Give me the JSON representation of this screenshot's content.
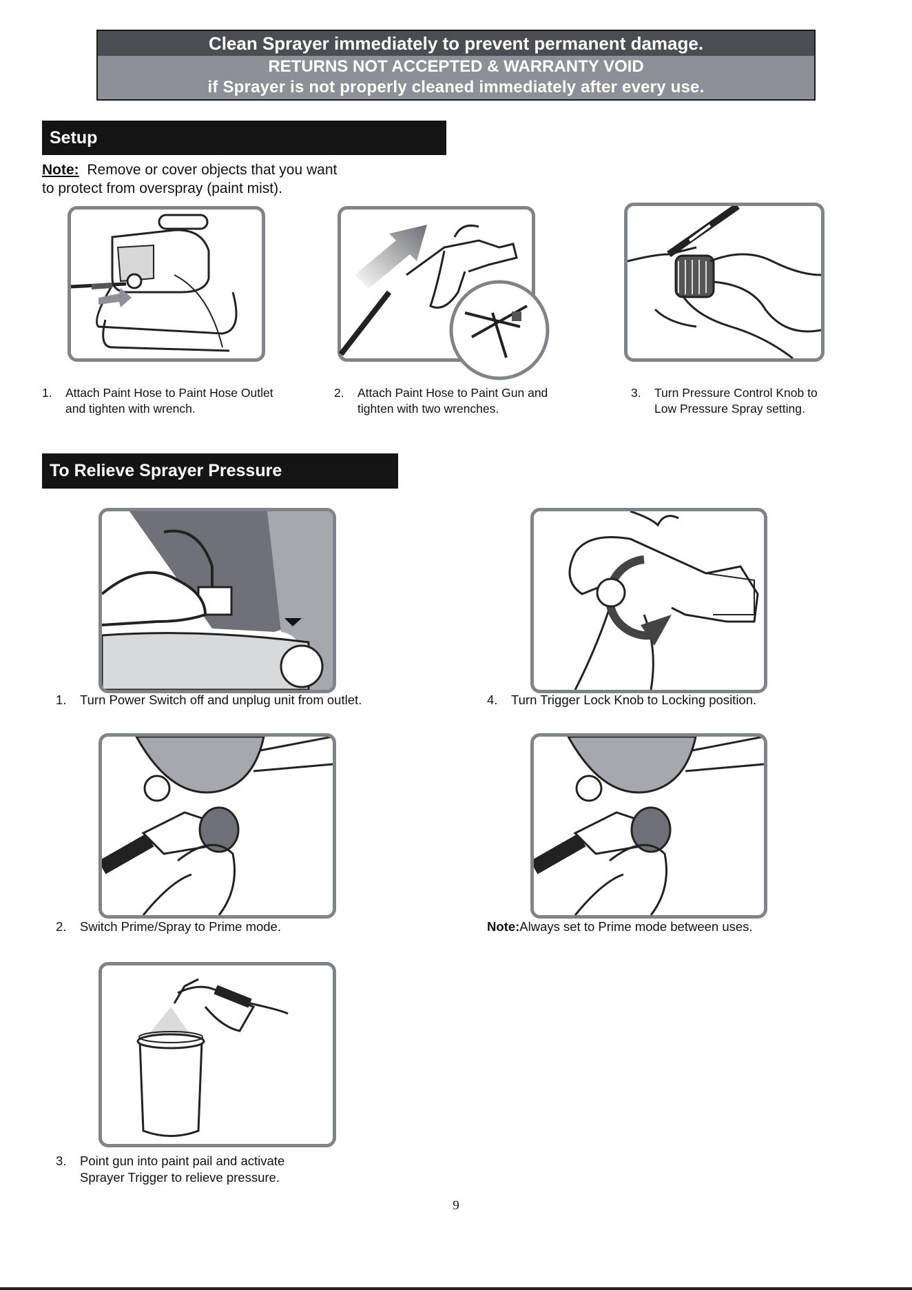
{
  "banner": {
    "line1": "Clean Sprayer immediately to prevent permanent damage.",
    "line2": "RETURNS NOT ACCEPTED & WARRANTY VOID",
    "line3": "if Sprayer is not properly cleaned immediately after every use."
  },
  "setup": {
    "title": "Setup",
    "note_label": "Note:",
    "note_text_1": "Remove or cover objects that you want",
    "note_text_2": "to protect from overspray (paint mist).",
    "steps": [
      {
        "num": "1.",
        "line1": "Attach Paint Hose to Paint Hose Outlet",
        "line2": "and tighten with wrench."
      },
      {
        "num": "2.",
        "line1": "Attach Paint Hose to Paint Gun and",
        "line2": "tighten with two wrenches."
      },
      {
        "num": "3.",
        "line1": "Turn Pressure Control Knob to",
        "line2": "Low Pressure Spray setting."
      }
    ]
  },
  "relieve": {
    "title": "To Relieve Sprayer Pressure",
    "steps": [
      {
        "num": "1.",
        "line1": "Turn Power Switch off and unplug unit from outlet."
      },
      {
        "num": "4.",
        "line1": "Turn Trigger Lock Knob to Locking position."
      },
      {
        "num": "2.",
        "line1": "Switch Prime/Spray to Prime mode."
      },
      {
        "num": "3.",
        "line1": "Point gun into paint pail and activate",
        "line2": "Sprayer Trigger to relieve pressure."
      }
    ],
    "note_label": "Note:",
    "note_text": "Always set to Prime mode between uses."
  },
  "page_number": "9",
  "colors": {
    "banner_top": "#4a4d52",
    "banner_bottom": "#8d9197",
    "section_bar": "#141414",
    "frame_border": "#808389"
  },
  "illustrations": [
    "sprayer-hose-outlet-illustration",
    "paint-gun-hose-wrenches-illustration",
    "pressure-knob-hand-illustration",
    "power-switch-hand-illustration",
    "trigger-lock-knob-illustration",
    "prime-spray-valve-illustration",
    "prime-spray-valve-illustration",
    "gun-into-paint-pail-illustration"
  ]
}
